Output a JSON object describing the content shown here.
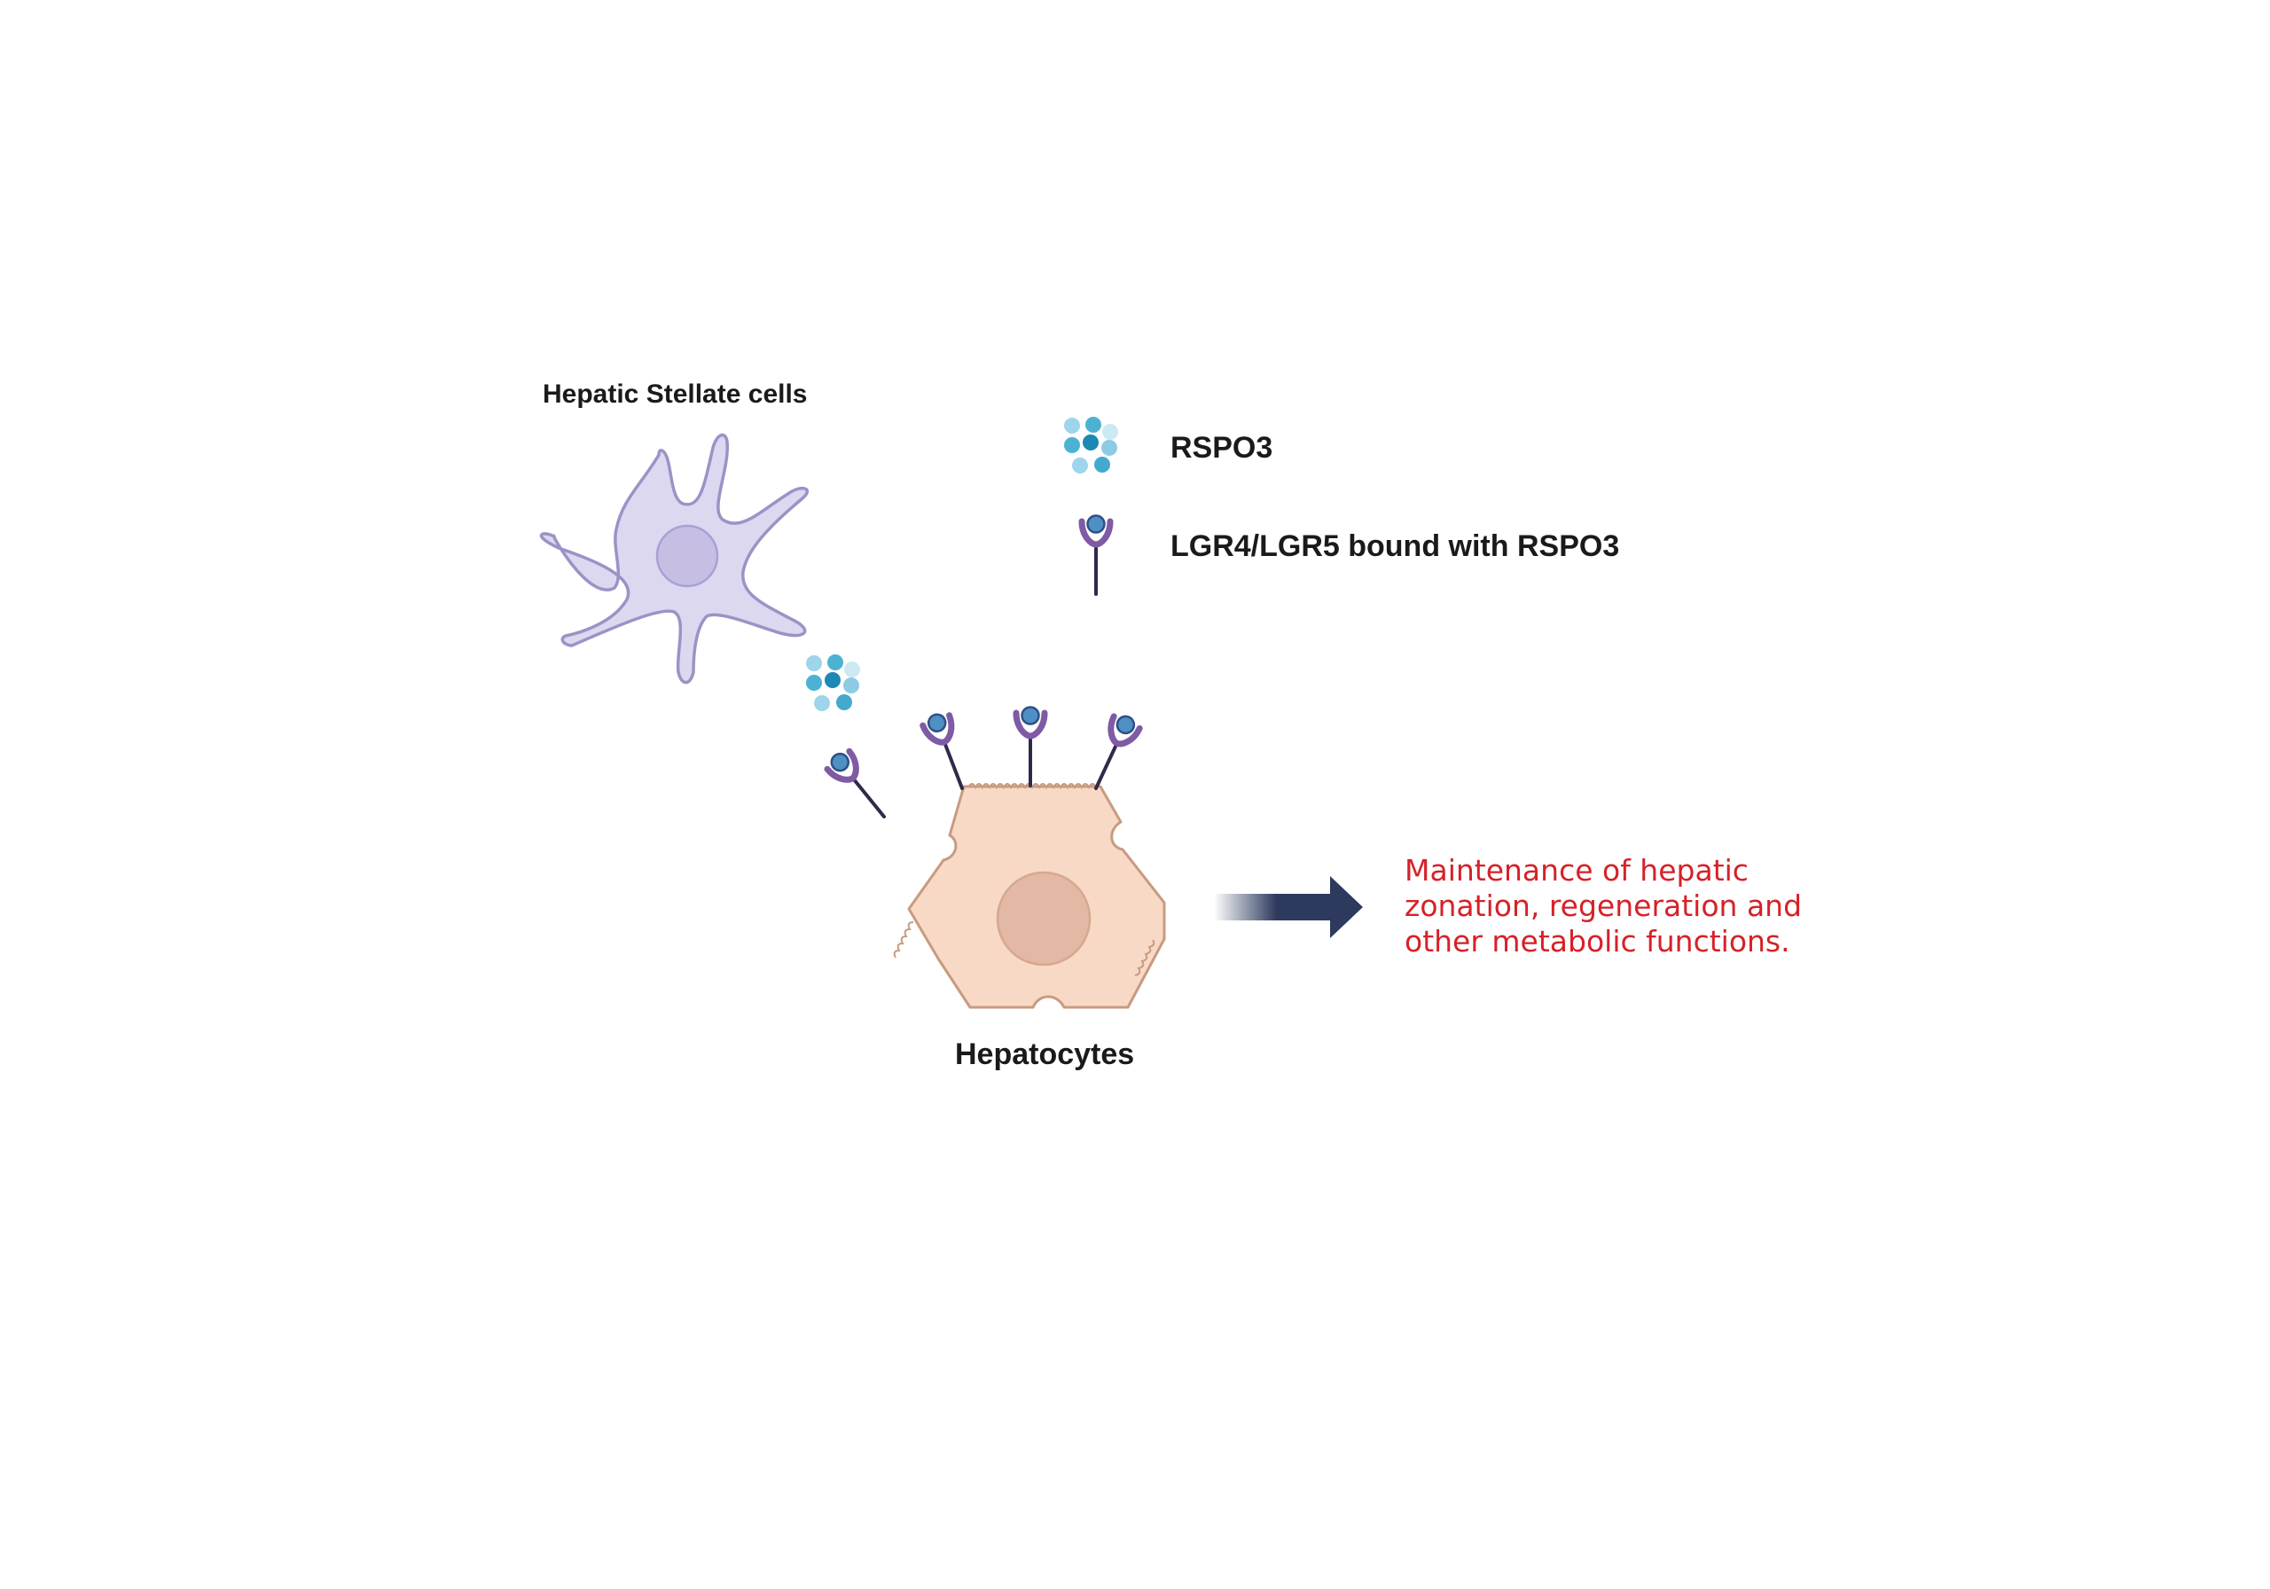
{
  "labels": {
    "stellate": "Hepatic Stellate cells",
    "hepatocytes": "Hepatocytes"
  },
  "legend": {
    "rspo3": "RSPO3",
    "lgr": "LGR4/LGR5 bound with RSPO3"
  },
  "outcome": {
    "lines": [
      "Maintenance of hepatic",
      "zonation, regeneration and",
      "other metabolic functions."
    ]
  },
  "icons": {
    "stellate": "stellate-cell-icon",
    "hepatocyte": "hepatocyte-cell-icon",
    "rspo3": "rspo3-molecule-cluster-icon",
    "receptor": "lgr-receptor-icon",
    "arrow": "right-arrow-icon"
  },
  "colors": {
    "stellate_fill": "#dcd8f0",
    "stellate_stroke": "#9d92c6",
    "stellate_nucleus": "#c6bee3",
    "hepatocyte_fill": "#f8d9c6",
    "hepatocyte_stroke": "#c79b80",
    "hepatocyte_nucleus": "#e3b8a5",
    "receptor": "#7f5aa5",
    "receptor_stem": "#2f2a4a",
    "ligand_dark": "#1f8bb5",
    "ligand_mid": "#4bb2d3",
    "ligand_light": "#a6d8eb",
    "arrow": "#2d3a5e",
    "outcome_text": "#d62128"
  }
}
